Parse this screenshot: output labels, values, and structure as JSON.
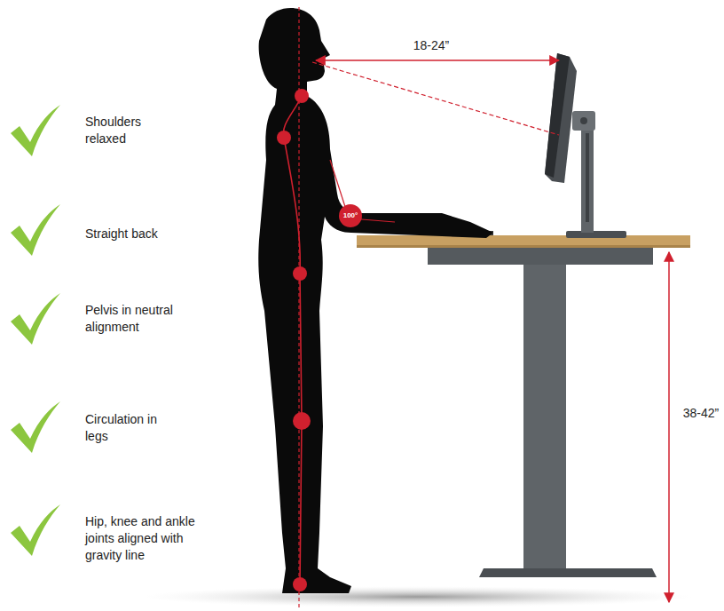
{
  "diagram": {
    "labels": [
      "Shoulders relaxed",
      "Straight back",
      "Pelvis in neutral alignment",
      "Circulation in legs",
      "Hip, knee and ankle joints aligned with gravity line",
      "18-24”",
      "100°",
      "38-42”"
    ]
  }
}
